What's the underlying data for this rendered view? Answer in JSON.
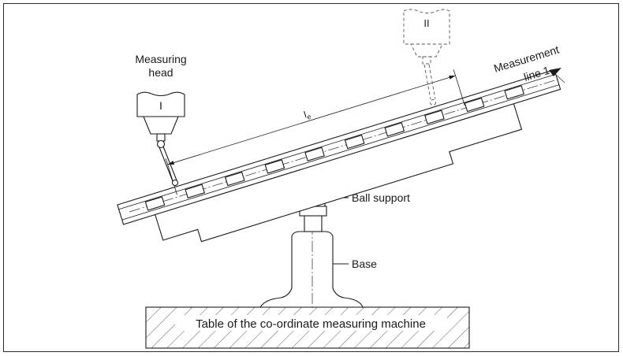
{
  "labels": {
    "measuring_head_line1": "Measuring",
    "measuring_head_line2": "head",
    "head_one": "I",
    "head_two": "II",
    "measurement_line_line1": "Measurement",
    "measurement_line_line2": "line 1",
    "length_symbol": "l",
    "length_subscript": "e",
    "ball_support": "Ball support",
    "base": "Base",
    "table": "Table of the co-ordinate measuring machine"
  },
  "colors": {
    "ink": "#1a1a1a",
    "paper": "#ffffff"
  }
}
